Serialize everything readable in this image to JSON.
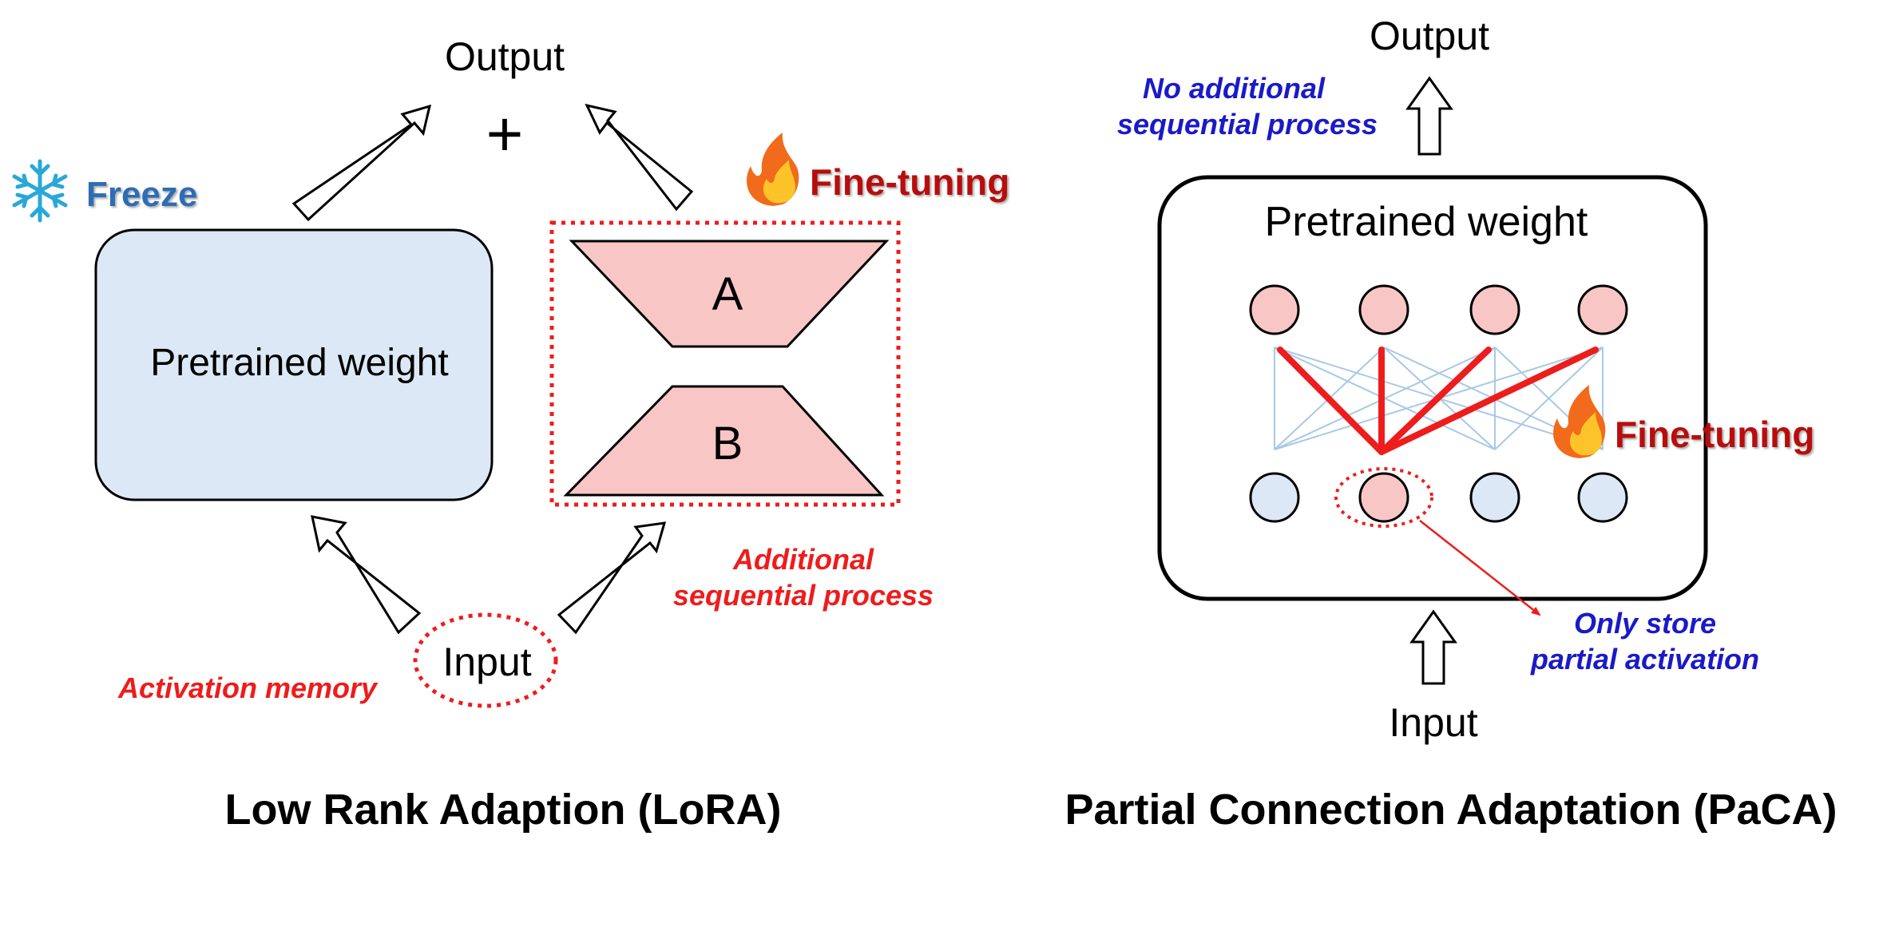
{
  "colors": {
    "frozen_fill": "#dce8f5",
    "adapter_fill": "#f9c6c6",
    "highlight_red": "#ee1c1c",
    "dark_red_text": "#b80f0f",
    "blue_text": "#1a1ac8",
    "freeze_blue": "#2f6db5",
    "edge_light_blue": "#a9c8e6",
    "snowflake": "#29a8d8"
  },
  "icons": {
    "freeze": "snowflake-icon",
    "finetune": "fire-icon"
  },
  "lora": {
    "output_label": "Output",
    "plus_sign": "+",
    "freeze_label": "Freeze",
    "finetune_label": "Fine-tuning",
    "pretrained_label": "Pretrained weight",
    "a_label": "A",
    "b_label": "B",
    "input_label": "Input",
    "activation_memory_label": "Activation memory",
    "additional_line1": "Additional",
    "additional_line2": "sequential process",
    "title": "Low Rank Adaption (LoRA)"
  },
  "paca": {
    "output_label": "Output",
    "no_additional_line1": "No additional",
    "no_additional_line2": "sequential process",
    "pretrained_label": "Pretrained weight",
    "finetune_label": "Fine-tuning",
    "only_store_line1": "Only store",
    "only_store_line2": "partial activation",
    "input_label": "Input",
    "title": "Partial Connection Adaptation (PaCA)"
  }
}
